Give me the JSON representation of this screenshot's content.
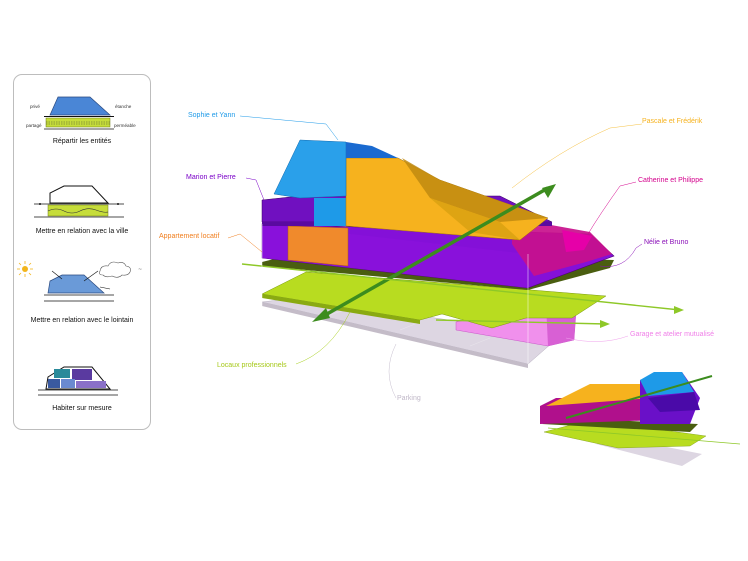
{
  "legend": {
    "items": [
      {
        "caption": "Répartir les entités",
        "tags": {
          "prive": "privé",
          "etanche": "étanche",
          "partage": "partagé",
          "permeable": "perméable"
        }
      },
      {
        "caption": "Mettre en relation avec la ville"
      },
      {
        "caption": "Mettre en relation avec le lointain"
      },
      {
        "caption": "Habiter sur mesure"
      }
    ]
  },
  "labels": {
    "sophie_yann": "Sophie et Yann",
    "pascale_frederik": "Pascale et Frédérik",
    "marion_pierre": "Marion et Pierre",
    "catherine_philippe": "Catherine et Philippe",
    "appartement_locatif": "Appartement locatif",
    "nelie_bruno": "Nélie et Bruno",
    "garage_atelier": "Garage et atelier mutualisé",
    "locaux_pro": "Locaux professionnels",
    "parking": "Parking"
  },
  "colors": {
    "sophie_yann": "#1e9ae8",
    "pascale_frederik": "#f6b21e",
    "marion_pierre": "#7a00c8",
    "catherine_philippe": "#d4008c",
    "appartement_locatif": "#f07e1e",
    "nelie_bruno": "#8a10b8",
    "garage_atelier": "#f080e8",
    "locaux_pro": "#a6d018",
    "parking": "#c8c0d0",
    "green_arrow": "#3c8c1e"
  }
}
